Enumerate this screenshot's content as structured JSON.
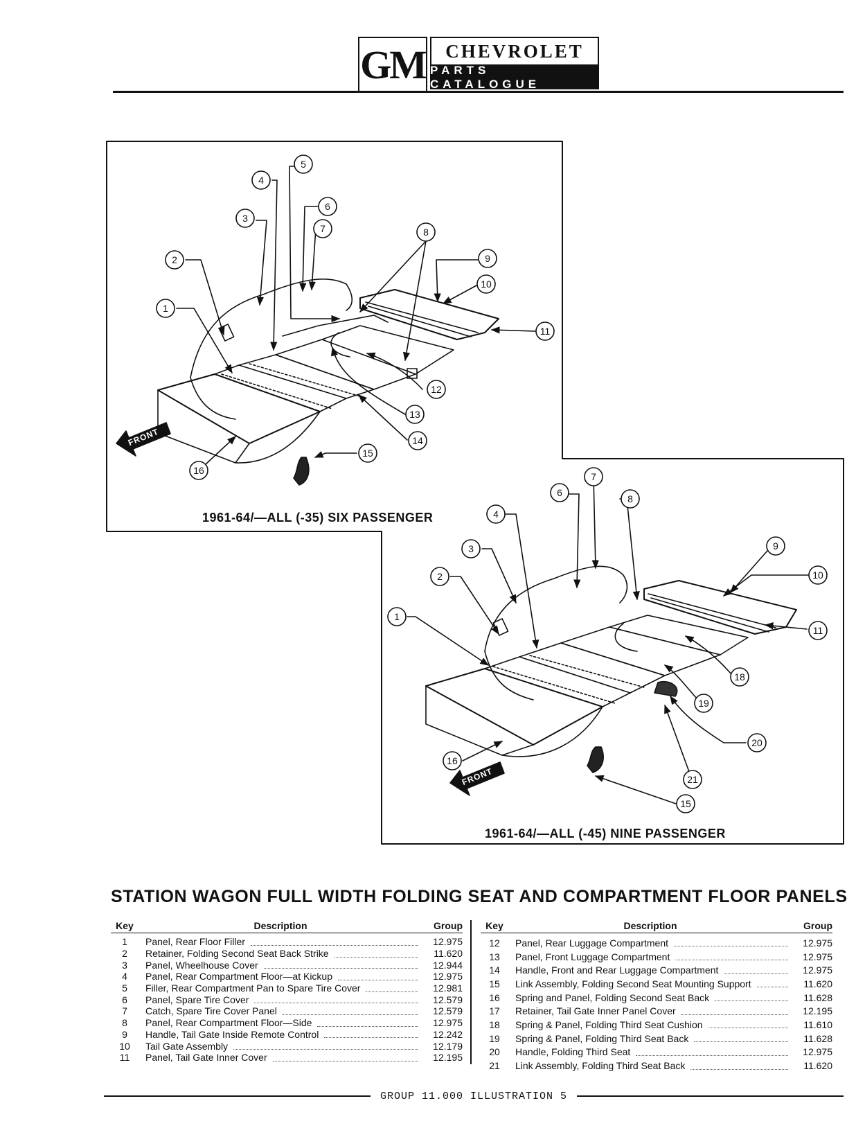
{
  "header": {
    "logo_gm": "GM",
    "logo_brand": "CHEVROLET",
    "logo_subtitle": "PARTS CATALOGUE"
  },
  "diagrams": {
    "six_passenger_caption": "1961-64/—ALL (-35) SIX PASSENGER",
    "nine_passenger_caption": "1961-64/—ALL (-45) NINE PASSENGER",
    "front_label": "FRONT",
    "six_callouts": [
      "1",
      "2",
      "3",
      "4",
      "5",
      "6",
      "7",
      "8",
      "9",
      "10",
      "11",
      "12",
      "13",
      "14",
      "15",
      "16"
    ],
    "nine_callouts": [
      "1",
      "2",
      "3",
      "4",
      "6",
      "7",
      "8",
      "9",
      "10",
      "11",
      "15",
      "16",
      "18",
      "19",
      "20",
      "21"
    ]
  },
  "table": {
    "title": "STATION WAGON FULL WIDTH FOLDING SEAT AND COMPARTMENT FLOOR PANELS",
    "headers": {
      "key": "Key",
      "description": "Description",
      "group": "Group"
    },
    "left_rows": [
      {
        "key": "1",
        "desc": "Panel, Rear Floor Filler",
        "group": "12.975"
      },
      {
        "key": "2",
        "desc": "Retainer, Folding Second Seat Back Strike",
        "group": "11.620"
      },
      {
        "key": "3",
        "desc": "Panel, Wheelhouse Cover",
        "group": "12.944"
      },
      {
        "key": "4",
        "desc": "Panel, Rear Compartment Floor—at Kickup",
        "group": "12.975"
      },
      {
        "key": "5",
        "desc": "Filler, Rear Compartment Pan to Spare Tire Cover",
        "group": "12.981"
      },
      {
        "key": "6",
        "desc": "Panel, Spare Tire Cover",
        "group": "12.579"
      },
      {
        "key": "7",
        "desc": "Catch, Spare Tire Cover Panel",
        "group": "12.579"
      },
      {
        "key": "8",
        "desc": "Panel, Rear Compartment Floor—Side",
        "group": "12.975"
      },
      {
        "key": "9",
        "desc": "Handle, Tail Gate Inside Remote Control",
        "group": "12.242"
      },
      {
        "key": "10",
        "desc": "Tail Gate Assembly",
        "group": "12.179"
      },
      {
        "key": "11",
        "desc": "Panel, Tail Gate Inner Cover",
        "group": "12.195"
      }
    ],
    "right_rows": [
      {
        "key": "12",
        "desc": "Panel, Rear Luggage Compartment",
        "group": "12.975"
      },
      {
        "key": "13",
        "desc": "Panel, Front Luggage Compartment",
        "group": "12.975"
      },
      {
        "key": "14",
        "desc": "Handle, Front and Rear Luggage Compartment",
        "group": "12.975"
      },
      {
        "key": "15",
        "desc": "Link Assembly, Folding Second Seat Mounting Support",
        "group": "11.620"
      },
      {
        "key": "16",
        "desc": "Spring and Panel, Folding Second Seat Back",
        "group": "11.628"
      },
      {
        "key": "17",
        "desc": "Retainer, Tail Gate Inner Panel Cover",
        "group": "12.195"
      },
      {
        "key": "18",
        "desc": "Spring & Panel, Folding Third Seat Cushion",
        "group": "11.610"
      },
      {
        "key": "19",
        "desc": "Spring & Panel, Folding Third Seat Back",
        "group": "11.628"
      },
      {
        "key": "20",
        "desc": "Handle, Folding Third Seat",
        "group": "12.975"
      },
      {
        "key": "21",
        "desc": "Link Assembly, Folding Third Seat Back",
        "group": "11.620"
      }
    ]
  },
  "footer": {
    "text": "GROUP 11.000 ILLUSTRATION 5"
  }
}
